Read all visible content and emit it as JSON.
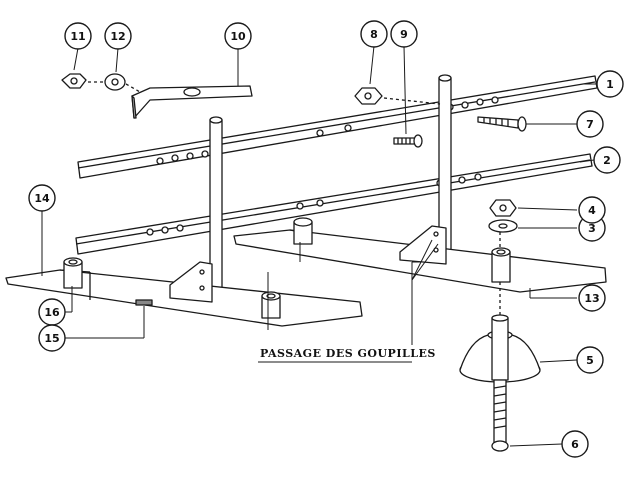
{
  "callouts": [
    {
      "id": "callout-1",
      "text": "1"
    },
    {
      "id": "callout-2",
      "text": "2"
    },
    {
      "id": "callout-3",
      "text": "3"
    },
    {
      "id": "callout-4",
      "text": "4"
    },
    {
      "id": "callout-5",
      "text": "5"
    },
    {
      "id": "callout-6",
      "text": "6"
    },
    {
      "id": "callout-7",
      "text": "7"
    },
    {
      "id": "callout-8",
      "text": "8"
    },
    {
      "id": "callout-9",
      "text": "9"
    },
    {
      "id": "callout-10",
      "text": "10"
    },
    {
      "id": "callout-11",
      "text": "11"
    },
    {
      "id": "callout-12",
      "text": "12"
    },
    {
      "id": "callout-13",
      "text": "13"
    },
    {
      "id": "callout-14",
      "text": "14"
    },
    {
      "id": "callout-15",
      "text": "15"
    },
    {
      "id": "callout-16",
      "text": "16"
    }
  ],
  "caption": "PASSAGE DES GOUPILLES",
  "colors": {
    "ink": "#1a1a1a",
    "paper": "#ffffff",
    "fill": "#e6e6e6"
  }
}
